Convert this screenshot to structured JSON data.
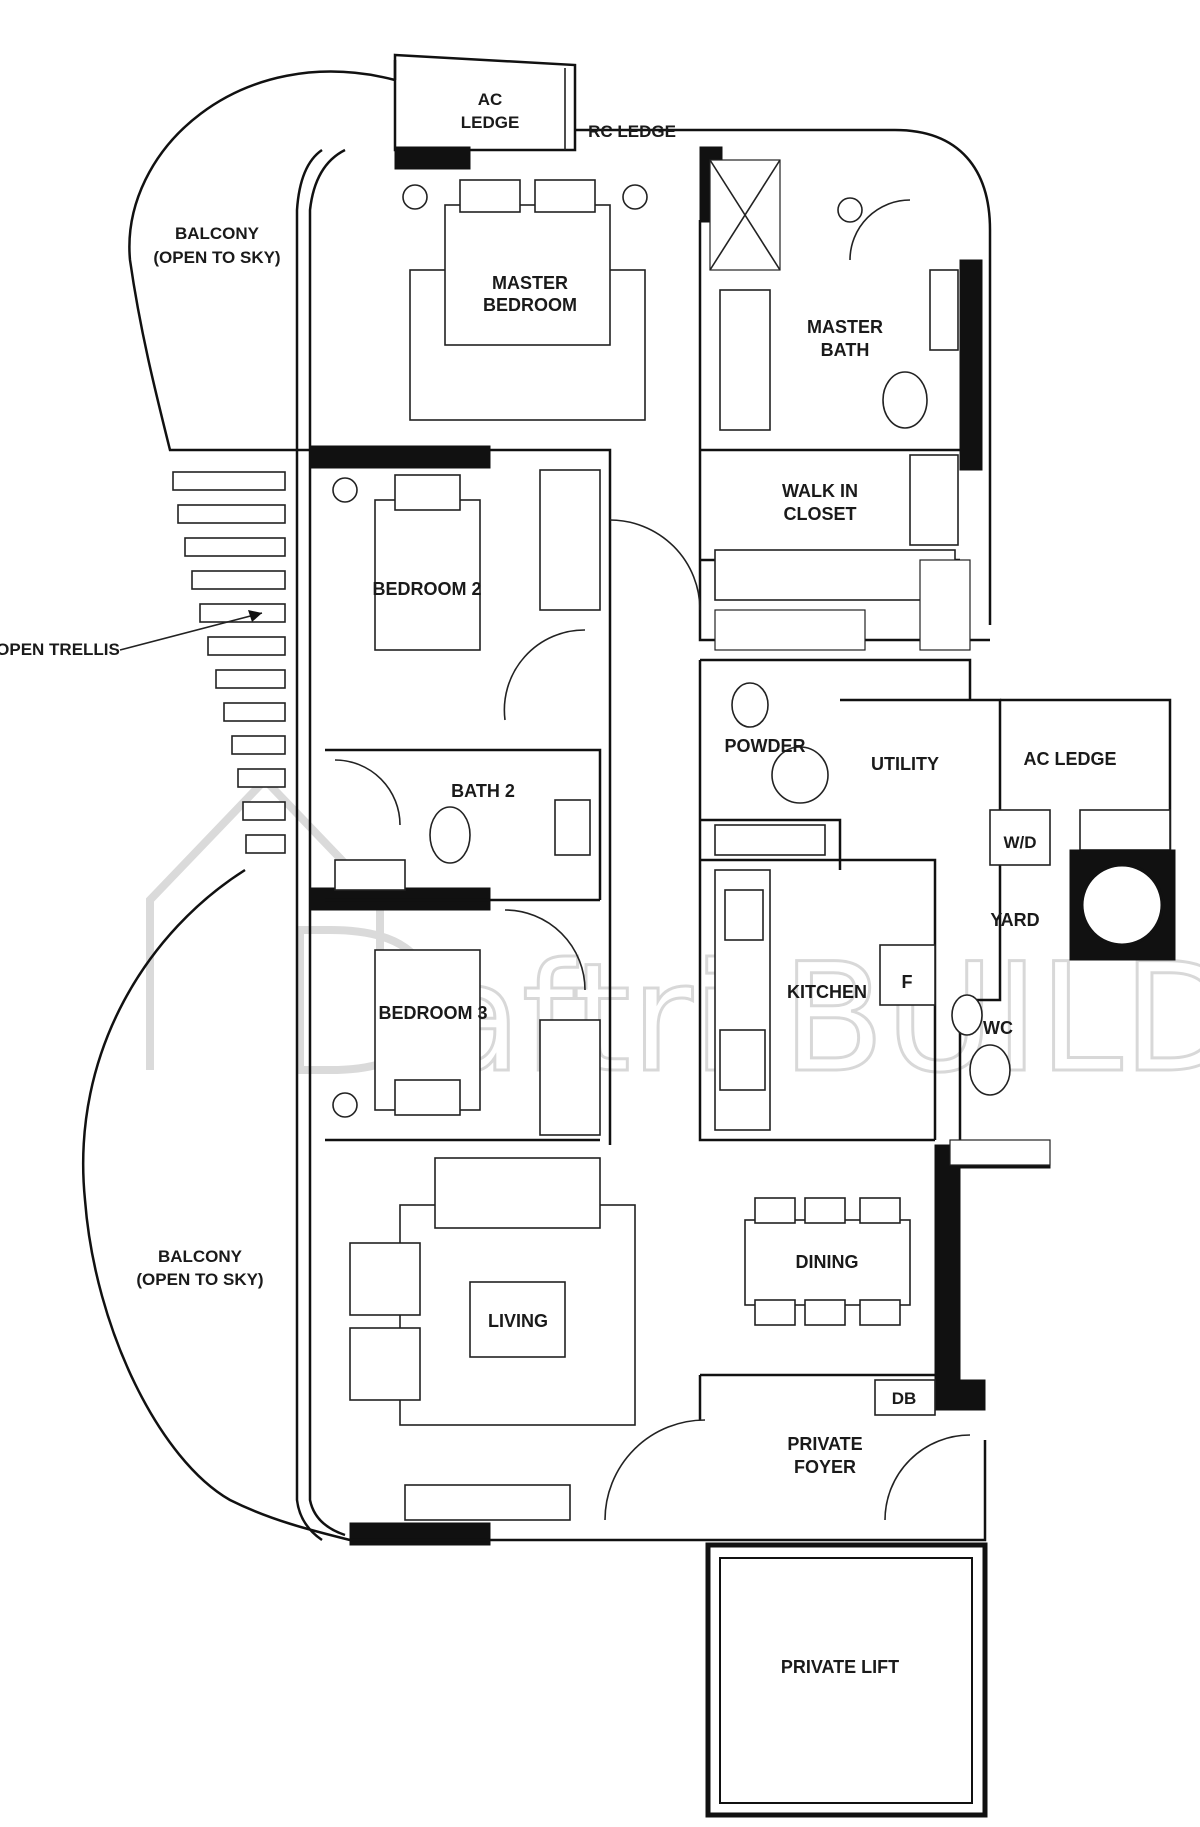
{
  "rooms": {
    "ac_ledge_top": [
      "AC",
      "LEDGE"
    ],
    "rc_ledge": "RC LEDGE",
    "balcony_top": [
      "BALCONY",
      "(OPEN TO SKY)"
    ],
    "master_bedroom": [
      "MASTER",
      "BEDROOM"
    ],
    "master_bath": [
      "MASTER",
      "BATH"
    ],
    "walk_in_closet": [
      "WALK IN",
      "CLOSET"
    ],
    "bedroom_2": "BEDROOM 2",
    "open_trellis": "OPEN TRELLIS",
    "bath_2": "BATH 2",
    "powder": "POWDER",
    "utility": "UTILITY",
    "ac_ledge_right": "AC LEDGE",
    "wd": "W/D",
    "yard": "YARD",
    "kitchen": "KITCHEN",
    "fridge": "F",
    "wc": "WC",
    "bedroom_3": "BEDROOM 3",
    "balcony_bottom": [
      "BALCONY",
      "(OPEN TO SKY)"
    ],
    "dining": "DINING",
    "living": "LIVING",
    "db": "DB",
    "private_foyer": [
      "PRIVATE",
      "FOYER"
    ],
    "private_lift": "PRIVATE LIFT"
  },
  "watermark": "aftri.BUILD",
  "colors": {
    "ink": "#111111",
    "watermark": "#d8d8d8",
    "background": "#ffffff"
  }
}
